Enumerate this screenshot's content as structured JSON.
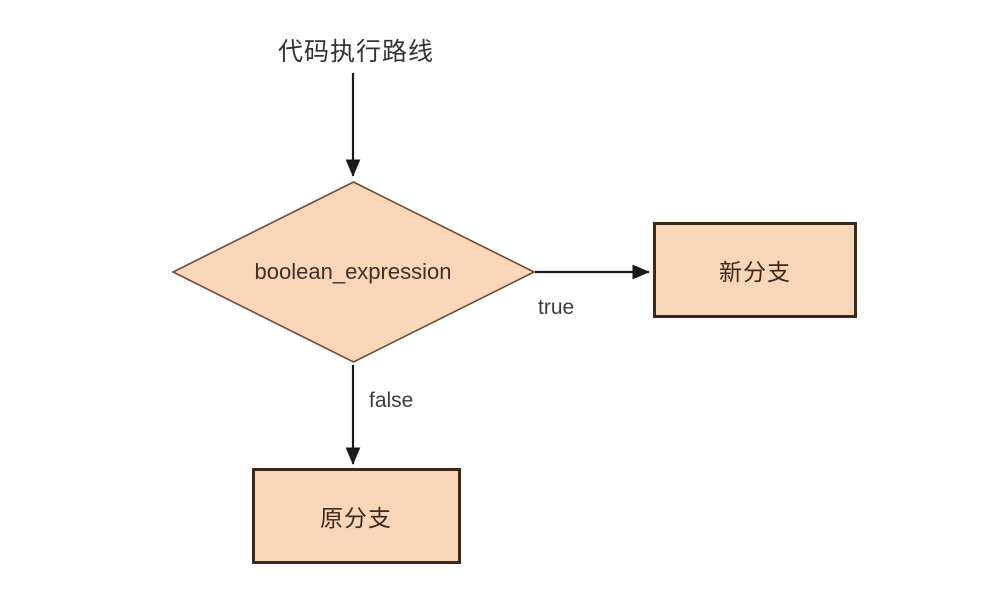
{
  "diagram": {
    "type": "flowchart",
    "title_caption": "代码执行路线",
    "background_color": "#ffffff",
    "node_fill_color": "#fad6b8",
    "node_border_color": "#3a2a1d",
    "diamond_border_color": "#6b4b33",
    "edge_color": "#1a1a1a",
    "nodes": [
      {
        "id": "decision",
        "shape": "diamond",
        "label": "boolean_expression"
      },
      {
        "id": "true-branch",
        "shape": "rectangle",
        "label": "新分支"
      },
      {
        "id": "false-branch",
        "shape": "rectangle",
        "label": "原分支"
      }
    ],
    "edges": [
      {
        "id": "entry",
        "from": "start",
        "to": "decision",
        "label": "",
        "direction": "down"
      },
      {
        "id": "true-edge",
        "from": "decision",
        "to": "true-branch",
        "label": "true",
        "direction": "right"
      },
      {
        "id": "false-edge",
        "from": "decision",
        "to": "false-branch",
        "label": "false",
        "direction": "down"
      }
    ]
  }
}
